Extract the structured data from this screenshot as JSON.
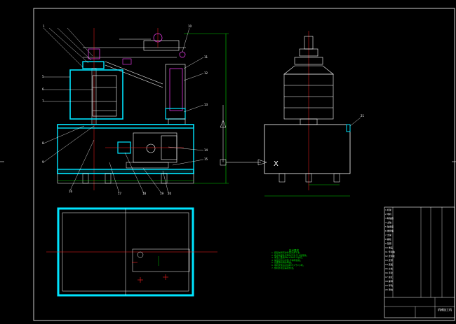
{
  "drawing": {
    "background": "#000000",
    "colors": {
      "outline": "#ffffff",
      "hatch": "#00e5ff",
      "centerline": "#ff2020",
      "dimension": "#00ff00",
      "accent": "#ff40ff",
      "frame": "#ffffff"
    }
  },
  "title_block": {
    "title": "机械加工机",
    "rows": [
      "1  机架",
      "2  电机",
      "3  联轴器",
      "4  主轴",
      "5  轴承座",
      "6  搅拌桶",
      "7  支架",
      "8  螺栓",
      "9  垫圈",
      "10 端盖",
      "11 传动轴",
      "12 皮带轮",
      "13 皮带",
      "14 底板",
      "15 立柱",
      "16 手轮",
      "17 丝杠",
      "18 螺母",
      "19 导轨",
      "20 滑块"
    ]
  },
  "technical_notes": {
    "title": "技术要求",
    "lines": [
      "1. 装配前所有零件需清洗干净。",
      "2. 各运动部件应转动灵活,无卡滞现象。",
      "3. 未注公差按GB/T1804-m执行。",
      "4. 焊缝应均匀平整,不得有裂纹。",
      "5. 表面涂防锈漆两遍。",
      "6. 电机安装后试运转不少于2小时。",
      "7. 整机外观应美观整洁。"
    ]
  }
}
